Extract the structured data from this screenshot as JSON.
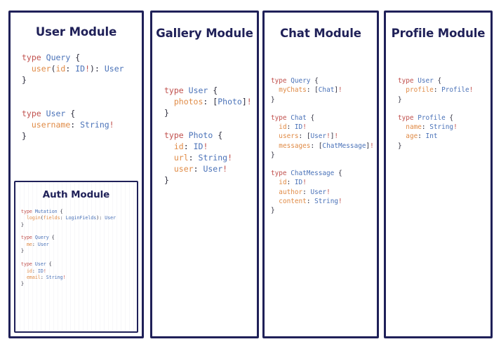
{
  "theme": {
    "border_color": "#1f2058",
    "title_color": "#1f2058",
    "background": "#ffffff",
    "code_keyword_color": "#c0504d",
    "code_type_color": "#4a72b8",
    "code_field_color": "#e08b46",
    "code_punctuation_color": "#2a2a3a"
  },
  "panels": [
    {
      "id": "user",
      "title": "User Module",
      "code_lines": [
        "type Query {",
        "  user(id: ID!): User",
        "}",
        "",
        "",
        "type User {",
        "  username: String!",
        "}"
      ],
      "nested": {
        "id": "auth",
        "title": "Auth Module",
        "code_lines": [
          "type Mutation {",
          "  login(fields: LoginFields): User",
          "}",
          "",
          "type Query {",
          "  me: User",
          "}",
          "",
          "type User {",
          "  id: ID!",
          "  email: String!",
          "}"
        ]
      }
    },
    {
      "id": "gallery",
      "title": "Gallery Module",
      "code_lines": [
        "type User {",
        "  photos: [Photo]!",
        "}",
        "",
        "type Photo {",
        "  id: ID!",
        "  url: String!",
        "  user: User!",
        "}"
      ]
    },
    {
      "id": "chat",
      "title": "Chat Module",
      "code_lines": [
        "type Query {",
        "  myChats: [Chat]!",
        "}",
        "",
        "type Chat {",
        "  id: ID!",
        "  users: [User!]!",
        "  messages: [ChatMessage]!",
        "}",
        "",
        "type ChatMessage {",
        "  id: ID!",
        "  author: User!",
        "  content: String!",
        "}"
      ]
    },
    {
      "id": "profile",
      "title": "Profile Module",
      "code_lines": [
        "type User {",
        "  profile: Profile!",
        "}",
        "",
        "type Profile {",
        "  name: String!",
        "  age: Int",
        "}"
      ]
    }
  ]
}
